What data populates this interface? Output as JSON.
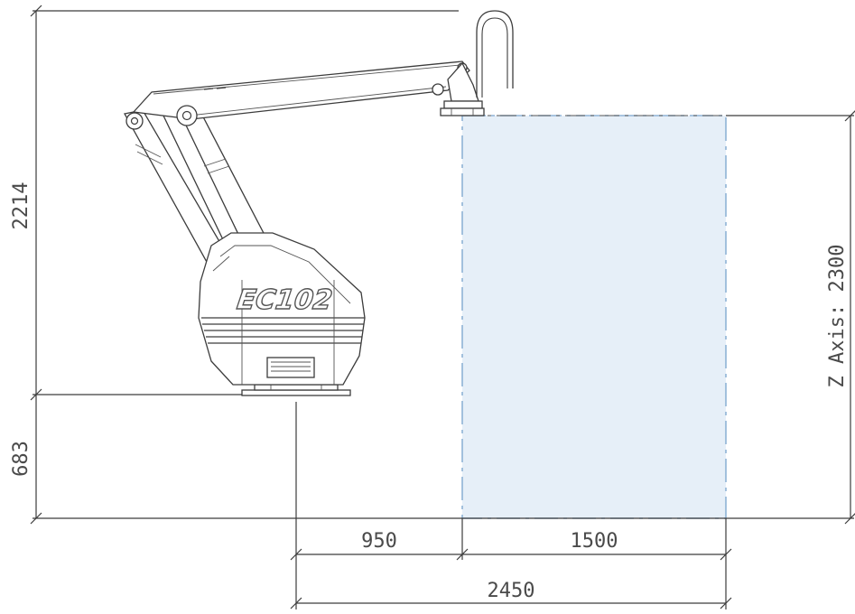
{
  "robot": {
    "model_label": "EC102"
  },
  "dimensions": {
    "total_height_upper": "2214",
    "base_height": "683",
    "z_axis": "Z Axis: 2300",
    "reach_to_zone": "950",
    "zone_width": "1500",
    "total_reach": "2450"
  },
  "colors": {
    "work_zone_fill": "#e6eff8",
    "work_zone_border": "#8fb3d6",
    "line": "#3c3c3c",
    "text": "#4a4a4a"
  }
}
